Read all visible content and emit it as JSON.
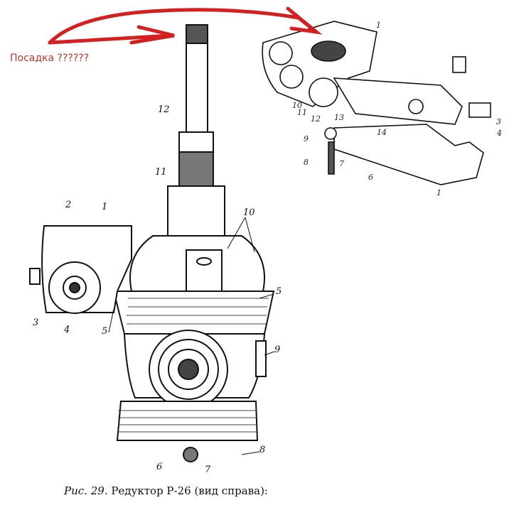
{
  "annotation": {
    "text": "Посадка ??????",
    "color": "#d42020"
  },
  "caption": {
    "prefix": "Рис. 29.",
    "text": "Редуктор Р-26 (вид справа):"
  },
  "gearbox_labels": [
    "12",
    "11",
    "10",
    "2",
    "1",
    "3",
    "4",
    "5",
    "5",
    "9",
    "6",
    "7",
    "8"
  ],
  "inset_labels": [
    "1",
    "10",
    "11",
    "12",
    "13",
    "9",
    "14",
    "8",
    "7",
    "6",
    "3",
    "4",
    "1"
  ]
}
